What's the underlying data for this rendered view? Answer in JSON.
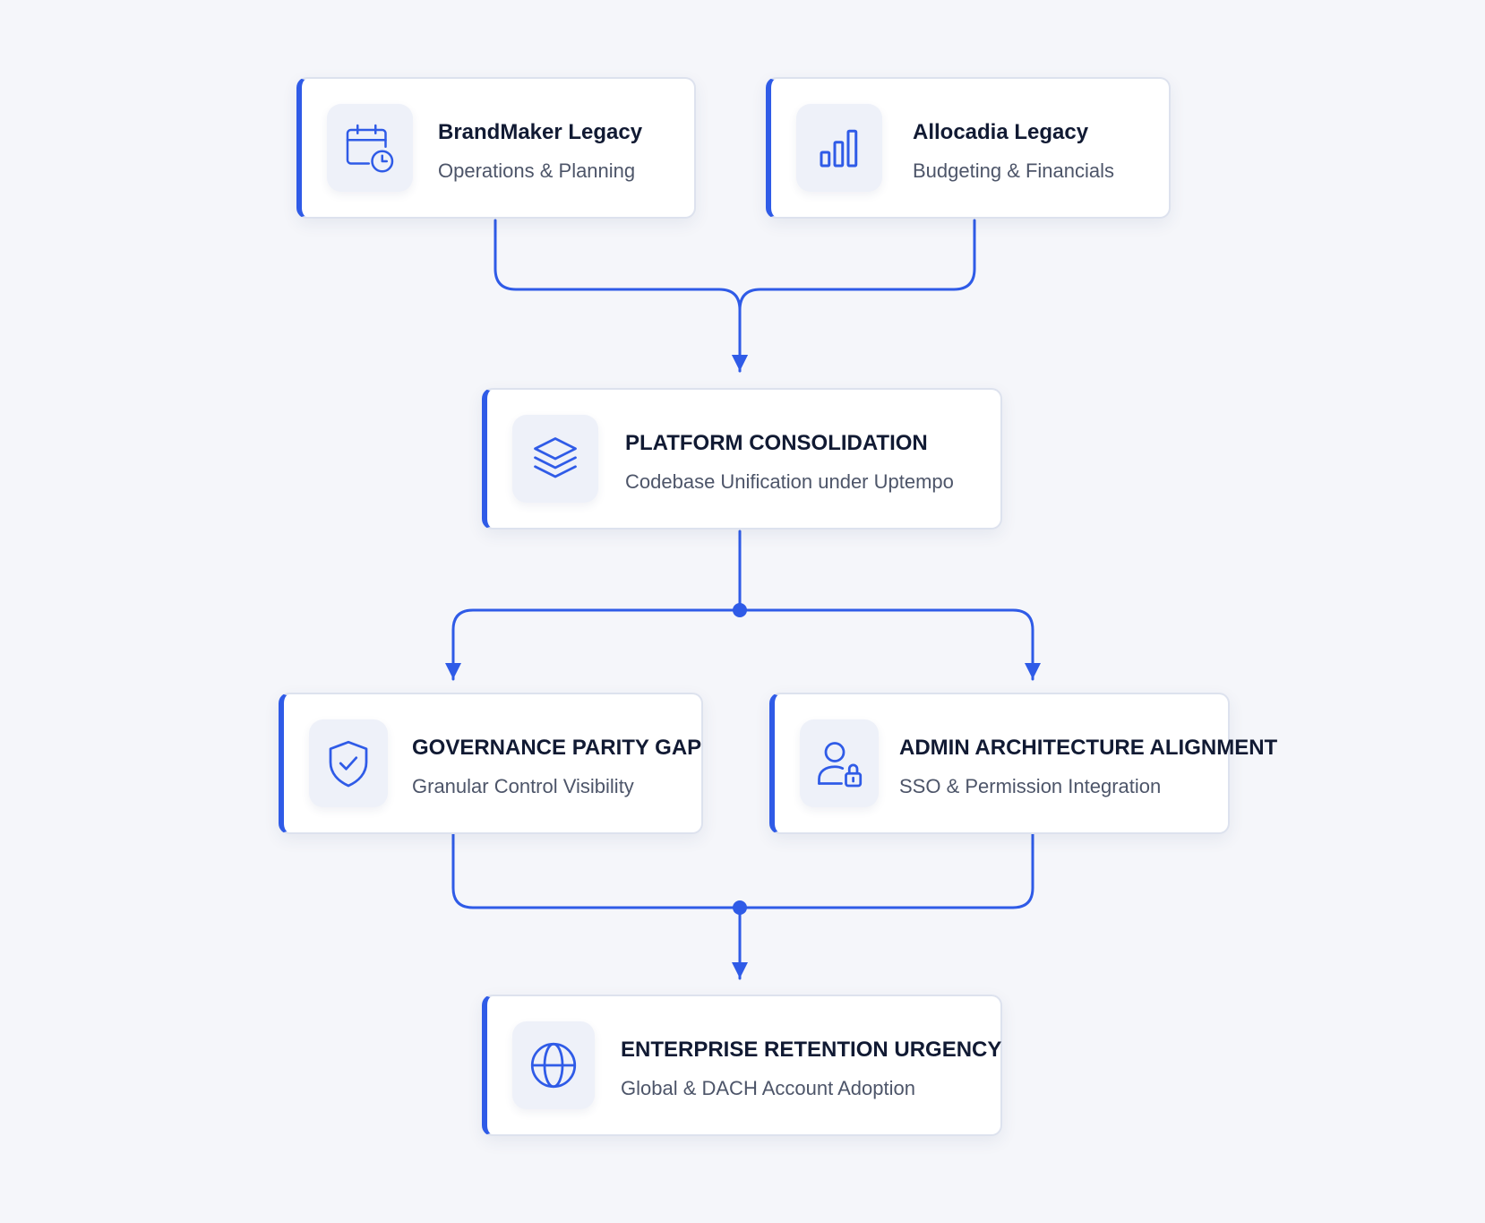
{
  "colors": {
    "accent": "#2f5be7",
    "background": "#f5f6fa",
    "card": "#ffffff",
    "title_text": "#111a33",
    "subtitle_text": "#4d5569"
  },
  "nodes": {
    "brandmaker": {
      "title": "BrandMaker Legacy",
      "subtitle": "Operations & Planning",
      "icon": "calendar-clock-icon"
    },
    "allocadia": {
      "title": "Allocadia Legacy",
      "subtitle": "Budgeting & Financials",
      "icon": "bar-chart-icon"
    },
    "consolidation": {
      "title": "PLATFORM CONSOLIDATION",
      "subtitle": "Codebase Unification under Uptempo",
      "icon": "layers-icon"
    },
    "governance": {
      "title": "GOVERNANCE PARITY GAP",
      "subtitle": "Granular Control Visibility",
      "icon": "shield-check-icon"
    },
    "admin": {
      "title": "ADMIN ARCHITECTURE ALIGNMENT",
      "subtitle": "SSO & Permission Integration",
      "icon": "user-lock-icon"
    },
    "retention": {
      "title": "ENTERPRISE RETENTION URGENCY",
      "subtitle": "Global & DACH Account Adoption",
      "icon": "globe-icon"
    }
  },
  "edges": [
    {
      "from": "brandmaker",
      "to": "consolidation"
    },
    {
      "from": "allocadia",
      "to": "consolidation"
    },
    {
      "from": "consolidation",
      "to": "governance"
    },
    {
      "from": "consolidation",
      "to": "admin"
    },
    {
      "from": "governance",
      "to": "retention"
    },
    {
      "from": "admin",
      "to": "retention"
    }
  ]
}
